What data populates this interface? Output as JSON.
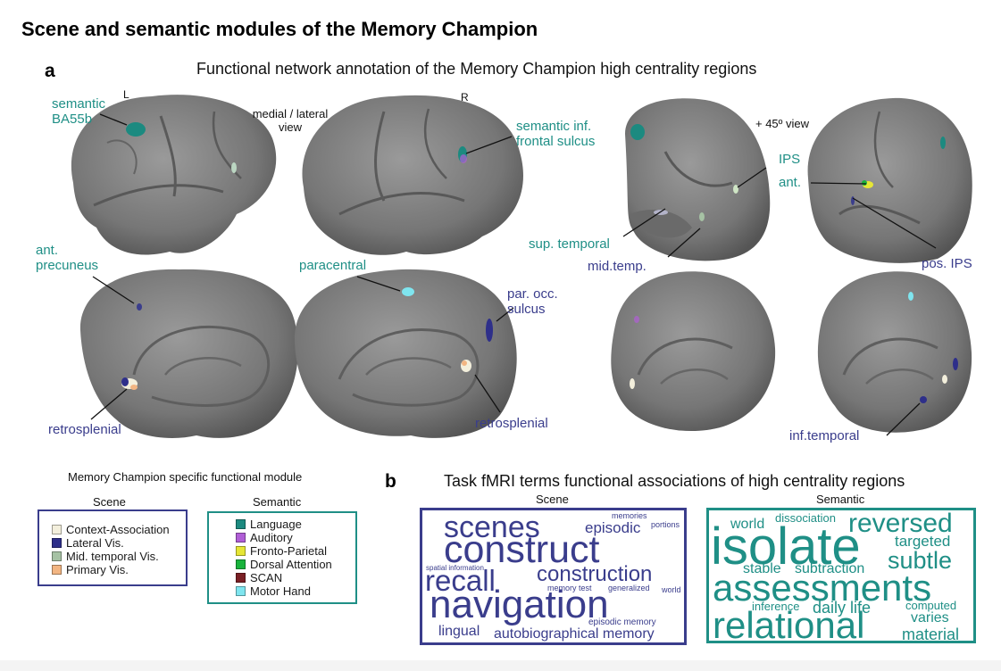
{
  "figure": {
    "title": "Scene and semantic modules of the Memory Champion"
  },
  "panel_a": {
    "letter": "a",
    "subtitle": "Functional network annotation of the Memory Champion high centrality regions",
    "view_label_medial_lateral": "medial / lateral view",
    "view_label_45": "+ 45º view",
    "hemisphere_left": "L",
    "hemisphere_right": "R",
    "labels": {
      "semantic_ba55b": "semantic BA55b",
      "semantic_inf_frontal": "semantic inf. frontal sulcus",
      "ant_precuneus": "ant. precuneus",
      "paracentral": "paracentral",
      "par_occ_sulcus": "par. occ. sulcus",
      "retrosplenial_left": "retrosplenial",
      "retrosplenial_right": "retrosplenial",
      "ips": "IPS",
      "ant": "ant.",
      "sup_temporal": "sup. temporal",
      "mid_temp": "mid.temp.",
      "pos_ips": "pos. IPS",
      "inf_temporal": "inf.temporal"
    },
    "colors": {
      "brain": "#7a7a7a",
      "teal_label": "#1f8f86",
      "navy_label": "#3a3d8c"
    }
  },
  "legend": {
    "title": "Memory Champion specific functional module",
    "scene_header": "Scene",
    "semantic_header": "Semantic",
    "scene_items": [
      {
        "label": "Context-Association",
        "color": "#f3efdc"
      },
      {
        "label": "Lateral Vis.",
        "color": "#2e2f8a"
      },
      {
        "label": "Mid. temporal Vis.",
        "color": "#a6c2a4"
      },
      {
        "label": "Primary Vis.",
        "color": "#f2b582"
      }
    ],
    "semantic_items": [
      {
        "label": "Language",
        "color": "#1c8a80"
      },
      {
        "label": "Auditory",
        "color": "#b05ed6"
      },
      {
        "label": "Fronto-Parietal",
        "color": "#e6e635"
      },
      {
        "label": "Dorsal Attention",
        "color": "#19b33c"
      },
      {
        "label": "SCAN",
        "color": "#7a1f24"
      },
      {
        "label": "Motor Hand",
        "color": "#7fe5ef"
      }
    ],
    "scene_border_color": "#3a3d8c",
    "semantic_border_color": "#1f8f86"
  },
  "panel_b": {
    "letter": "b",
    "subtitle": "Task fMRI terms functional associations of high centrality regions",
    "scene_header": "Scene",
    "semantic_header": "Semantic",
    "scene_color": "#3a3d8c",
    "semantic_color": "#1f8f86",
    "scene_words": [
      "scenes",
      "episodic",
      "memories",
      "portions",
      "construct",
      "recall",
      "construction",
      "spatial information",
      "memory test",
      "generalized",
      "world",
      "navigation",
      "episodic memory",
      "lingual",
      "autobiographical memory"
    ],
    "semantic_words": [
      "world",
      "dissociation",
      "reversed",
      "isolate",
      "targeted",
      "stable",
      "subtraction",
      "subtle",
      "assessments",
      "inference",
      "daily life",
      "computed",
      "varies",
      "relational",
      "material"
    ]
  }
}
